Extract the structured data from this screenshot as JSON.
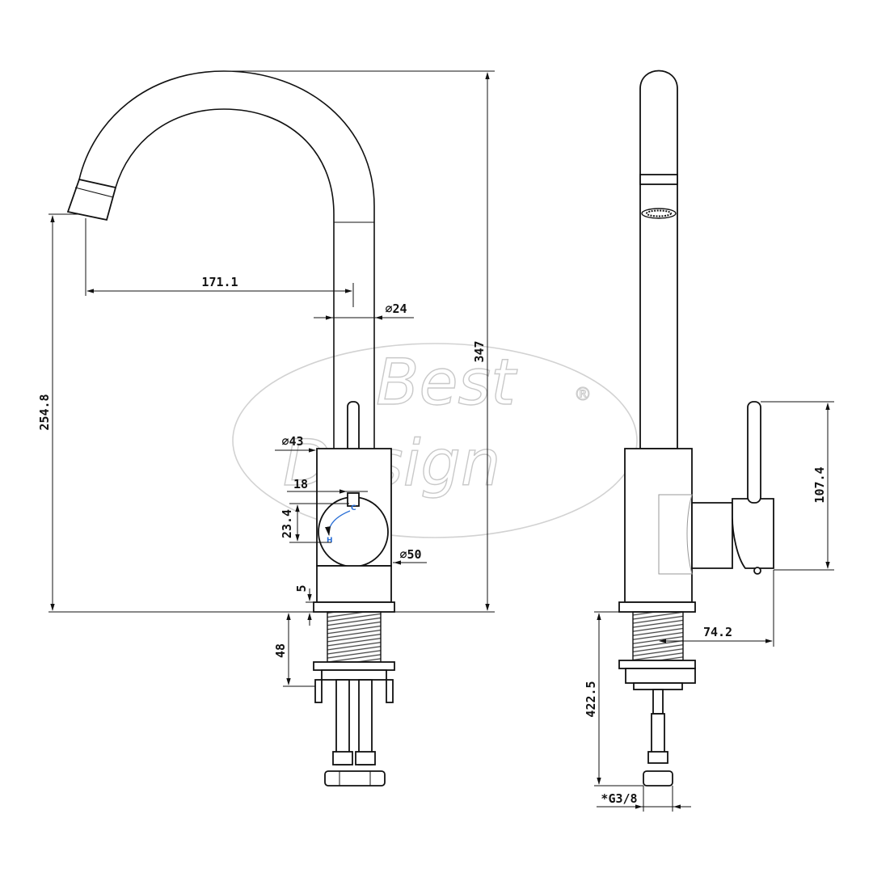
{
  "watermark": {
    "line1": "Best",
    "line2": "Design",
    "reg": "®"
  },
  "front_view": {
    "dims": {
      "spout_reach": "171.1",
      "pipe_dia": "∅24",
      "body_dia": "∅43",
      "handle_offset": "18",
      "knob_height": "23.4",
      "knob_dia": "∅50",
      "base_ring": "5",
      "shank_length": "48",
      "spout_height": "254.8",
      "overall_height": "347"
    },
    "temp_marks": {
      "cold": "C",
      "hot": "H"
    }
  },
  "side_view": {
    "dims": {
      "handle_height": "107.4",
      "handle_depth": "74.2",
      "hose_length": "422.5",
      "connection": "*G3/8"
    }
  },
  "colors": {
    "line": "#111111",
    "watermark": "#c9c9c9",
    "hot_cold_arrow": "#2a6fd6"
  }
}
